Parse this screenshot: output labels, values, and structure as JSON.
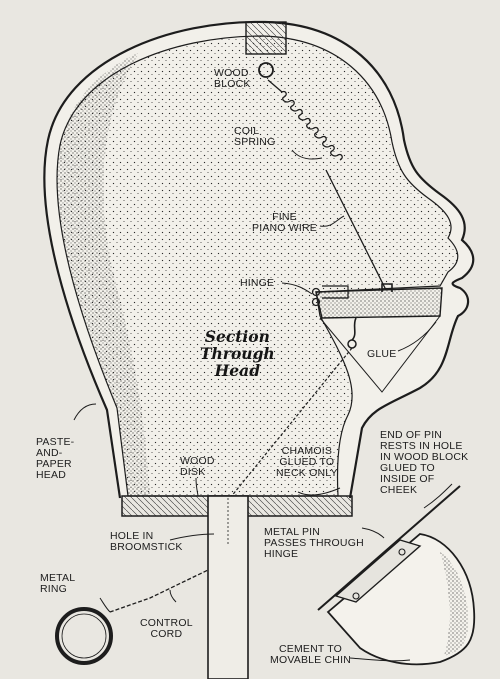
{
  "diagram": {
    "title_lines": [
      "Section",
      "Through",
      "Head"
    ],
    "labels": {
      "wood_block": [
        "WOOD",
        "BLOCK"
      ],
      "coil_spring": [
        "COIL",
        "SPRING"
      ],
      "piano_wire": [
        "FINE",
        "PIANO WIRE"
      ],
      "hinge": [
        "HINGE"
      ],
      "glue": [
        "GLUE"
      ],
      "paste_head": [
        "PASTE-",
        "AND-",
        "PAPER",
        "HEAD"
      ],
      "wood_disk": [
        "WOOD",
        "DISK"
      ],
      "chamois": [
        "CHAMOIS",
        "GLUED TO",
        "NECK ONLY"
      ],
      "end_of_pin": [
        "END OF PIN",
        "RESTS IN HOLE",
        "IN WOOD BLOCK",
        "GLUED TO",
        "INSIDE OF",
        "CHEEK"
      ],
      "hole_broomstick": [
        "HOLE IN",
        "BROOMSTICK"
      ],
      "metal_pin": [
        "METAL PIN",
        "PASSES THROUGH",
        "HINGE"
      ],
      "metal_ring": [
        "METAL",
        "RING"
      ],
      "control_cord": [
        "CONTROL",
        "CORD"
      ],
      "cement_chin": [
        "CEMENT TO",
        "MOVABLE CHIN"
      ]
    },
    "colors": {
      "ink": "#1d1d1d",
      "paper": "#e9e7e1",
      "stipple": "#2a2a2a"
    }
  }
}
